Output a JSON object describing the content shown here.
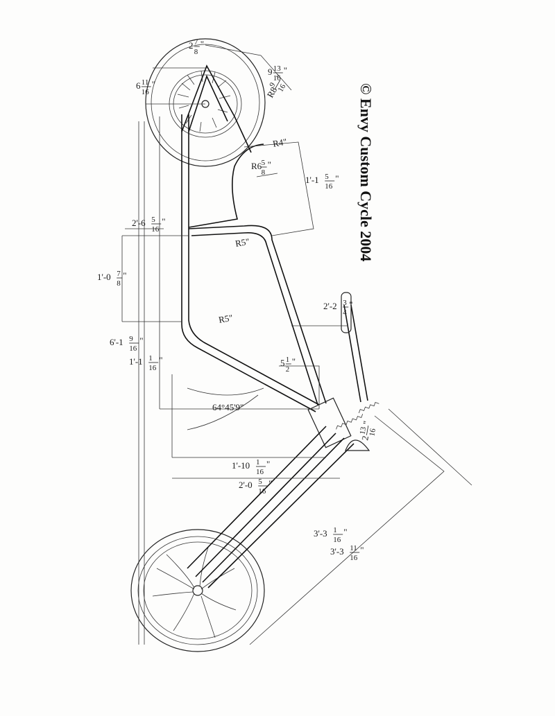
{
  "copyright": "© Envy Custom Cycle 2004",
  "dimensions": [
    {
      "key": "d_top",
      "whole": "2",
      "num": "7",
      "den": "8",
      "unit": "\""
    },
    {
      "key": "d_axle",
      "whole": "6",
      "num": "11",
      "den": "16",
      "unit": "\""
    },
    {
      "key": "d_wheel_rad",
      "whole": "9",
      "num": "13",
      "den": "16",
      "unit": "\""
    },
    {
      "key": "d_r8",
      "prefix": "R8",
      "num": "9",
      "den": "16",
      "unit": "\""
    },
    {
      "key": "d_r4",
      "text": "R4\""
    },
    {
      "key": "d_r6",
      "prefix": "R6",
      "num": "5",
      "den": "8",
      "unit": "\""
    },
    {
      "key": "d_1_1",
      "prefix": "1'-1",
      "num": "5",
      "den": "16",
      "unit": "\""
    },
    {
      "key": "d_2_6",
      "prefix": "2'-6",
      "num": "5",
      "den": "16",
      "unit": "\""
    },
    {
      "key": "d_r5a",
      "text": "R5\""
    },
    {
      "key": "d_1_0",
      "prefix": "1'-0",
      "num": "7",
      "den": "8",
      "unit": "\""
    },
    {
      "key": "d_2_2",
      "prefix": "2'-2",
      "num": "3",
      "den": "4",
      "unit": "\""
    },
    {
      "key": "d_r5b",
      "text": "R5\""
    },
    {
      "key": "d_6_1",
      "prefix": "6'-1",
      "num": "9",
      "den": "16",
      "unit": "\""
    },
    {
      "key": "d_1_1b",
      "prefix": "1'-1",
      "num": "1",
      "den": "16",
      "unit": "\""
    },
    {
      "key": "d_5",
      "whole": "5",
      "num": "1",
      "den": "2",
      "unit": "\""
    },
    {
      "key": "d_angle",
      "text": "64°45'9\""
    },
    {
      "key": "d_2_13",
      "whole": "2",
      "num": "13",
      "den": "16",
      "unit": "\""
    },
    {
      "key": "d_1_10",
      "prefix": "1'-10",
      "num": "1",
      "den": "16",
      "unit": "\""
    },
    {
      "key": "d_2_0",
      "prefix": "2'-0",
      "num": "5",
      "den": "16",
      "unit": "\""
    },
    {
      "key": "d_3_3a",
      "prefix": "3'-3",
      "num": "1",
      "den": "16",
      "unit": "\""
    },
    {
      "key": "d_3_3b",
      "prefix": "3'-3",
      "num": "11",
      "den": "16",
      "unit": "\""
    }
  ]
}
